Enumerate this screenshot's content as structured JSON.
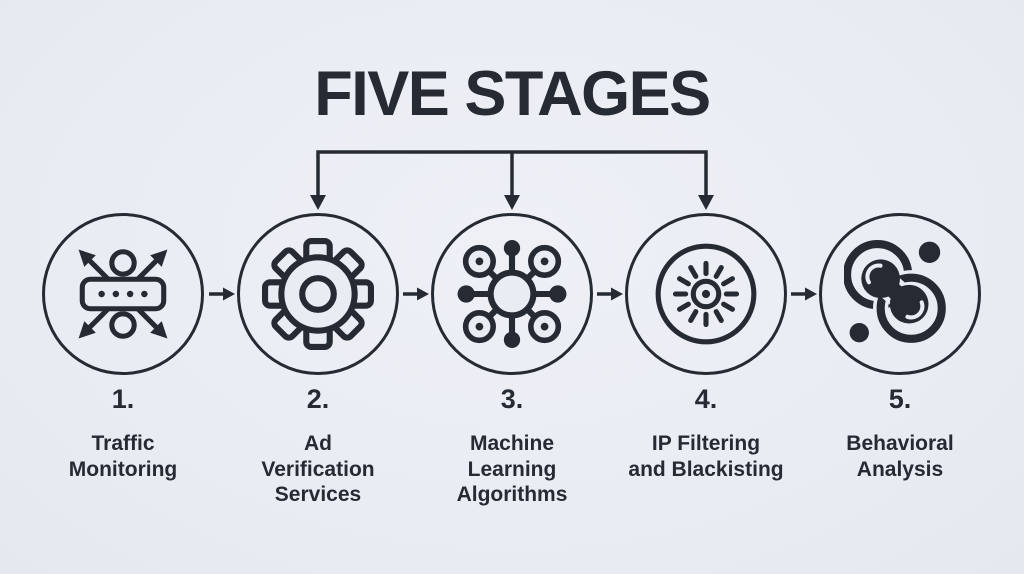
{
  "title": "FIVE STAGES",
  "colors": {
    "ink": "#262b33",
    "background": "#e9ecf3"
  },
  "stages": [
    {
      "number": "1.",
      "label": "Traffic\nMonitoring",
      "icon": "traffic-monitoring-icon"
    },
    {
      "number": "2.",
      "label": "Ad\nVerification\nServices",
      "icon": "gear-icon"
    },
    {
      "number": "3.",
      "label": "Machine\nLearning\nAlgorithms",
      "icon": "network-nodes-icon"
    },
    {
      "number": "4.",
      "label": "IP Filtering\nand Blackisting",
      "icon": "iris-filter-icon"
    },
    {
      "number": "5.",
      "label": "Behavioral\nAnalysis",
      "icon": "linked-molecules-icon"
    }
  ]
}
